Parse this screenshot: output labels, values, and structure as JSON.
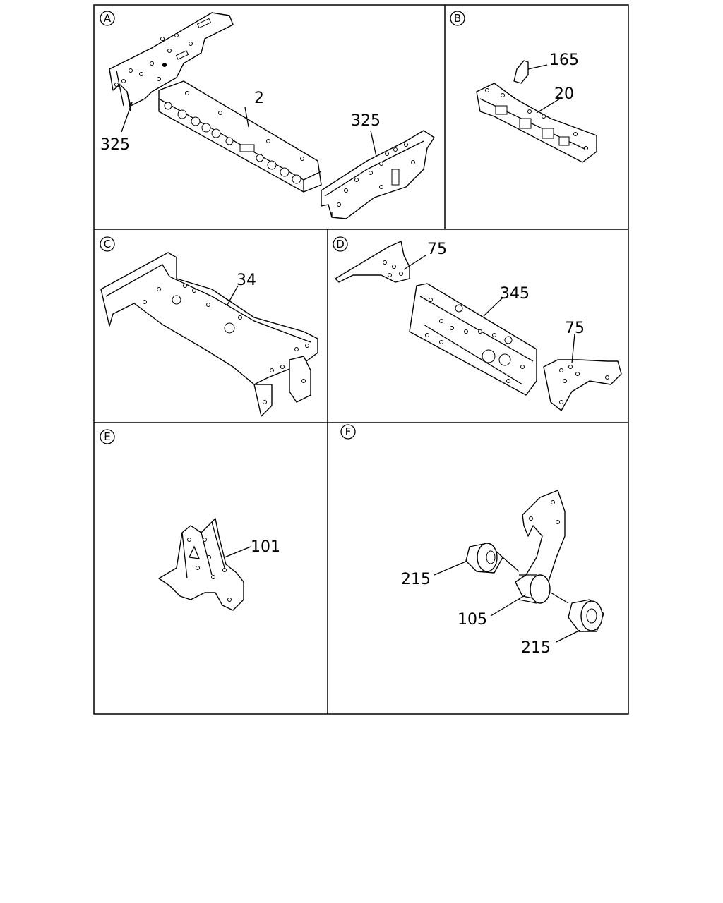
{
  "panels": [
    {
      "id": "A",
      "marker": "A",
      "callouts": [
        "325",
        "2",
        "325"
      ]
    },
    {
      "id": "B",
      "marker": "B",
      "callouts": [
        "165",
        "20"
      ]
    },
    {
      "id": "C",
      "marker": "C",
      "callouts": [
        "34"
      ]
    },
    {
      "id": "D",
      "marker": "D",
      "callouts": [
        "75",
        "345",
        "75"
      ]
    },
    {
      "id": "E",
      "marker": "E",
      "callouts": [
        "101"
      ]
    },
    {
      "id": "F",
      "marker": "F",
      "callouts": [
        "215",
        "105",
        "215"
      ]
    }
  ]
}
